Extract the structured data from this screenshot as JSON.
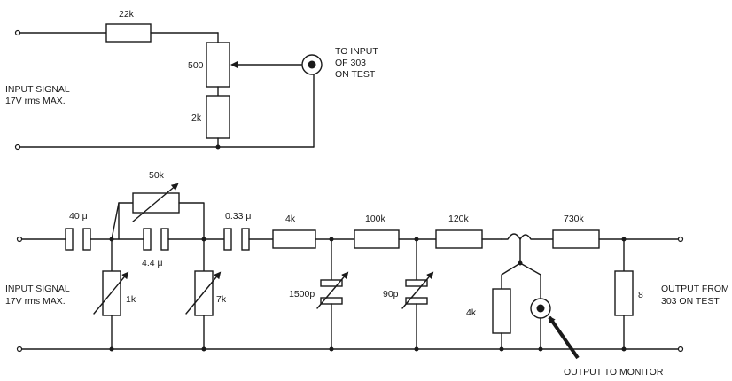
{
  "top_circuit": {
    "input_label_line1": "INPUT SIGNAL",
    "input_label_line2": "17V rms MAX.",
    "r_series": "22k",
    "pot": "500",
    "r_lower": "2k",
    "output_line1": "TO INPUT",
    "output_line2": "OF 303",
    "output_line3": "ON TEST"
  },
  "bottom_circuit": {
    "input_label_line1": "INPUT SIGNAL",
    "input_label_line2": "17V rms MAX.",
    "c1": "40 μ",
    "var_r_bridge": "50k",
    "c2": "4.4 μ",
    "c3": "0.33 μ",
    "var_r1": "1k",
    "var_r2": "7k",
    "r_4k": "4k",
    "var_c1": "1500p",
    "r_100k": "100k",
    "var_c2": "90p",
    "r_120k": "120k",
    "r_730k": "730k",
    "r_monitor": "4k",
    "r_load": "8",
    "monitor_label": "OUTPUT TO MONITOR",
    "output_line1": "OUTPUT FROM",
    "output_line2": "303 ON TEST"
  }
}
